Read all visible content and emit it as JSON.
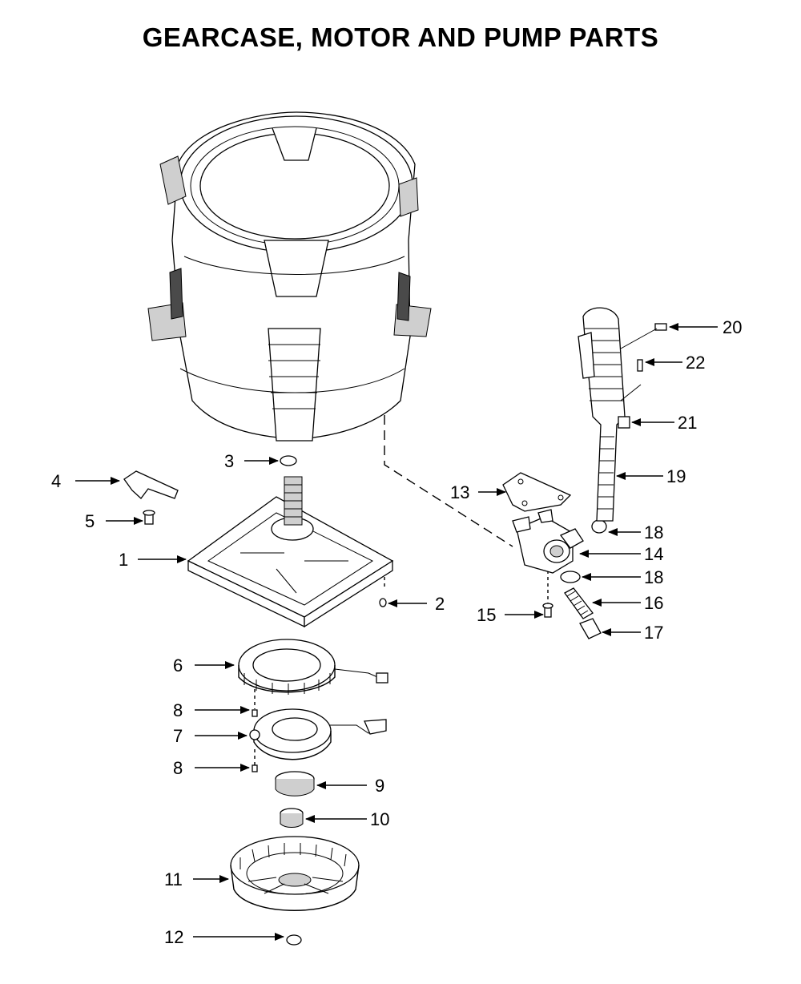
{
  "title": "GEARCASE, MOTOR AND PUMP PARTS",
  "callouts": [
    {
      "id": "1",
      "label": "1"
    },
    {
      "id": "2",
      "label": "2"
    },
    {
      "id": "3",
      "label": "3"
    },
    {
      "id": "4",
      "label": "4"
    },
    {
      "id": "5",
      "label": "5"
    },
    {
      "id": "6",
      "label": "6"
    },
    {
      "id": "7",
      "label": "7"
    },
    {
      "id": "8a",
      "label": "8"
    },
    {
      "id": "8b",
      "label": "8"
    },
    {
      "id": "9",
      "label": "9"
    },
    {
      "id": "10",
      "label": "10"
    },
    {
      "id": "11",
      "label": "11"
    },
    {
      "id": "12",
      "label": "12"
    },
    {
      "id": "13",
      "label": "13"
    },
    {
      "id": "14",
      "label": "14"
    },
    {
      "id": "15",
      "label": "15"
    },
    {
      "id": "16",
      "label": "16"
    },
    {
      "id": "17",
      "label": "17"
    },
    {
      "id": "18a",
      "label": "18"
    },
    {
      "id": "18b",
      "label": "18"
    },
    {
      "id": "19",
      "label": "19"
    },
    {
      "id": "20",
      "label": "20"
    },
    {
      "id": "21",
      "label": "21"
    },
    {
      "id": "22",
      "label": "22"
    }
  ]
}
